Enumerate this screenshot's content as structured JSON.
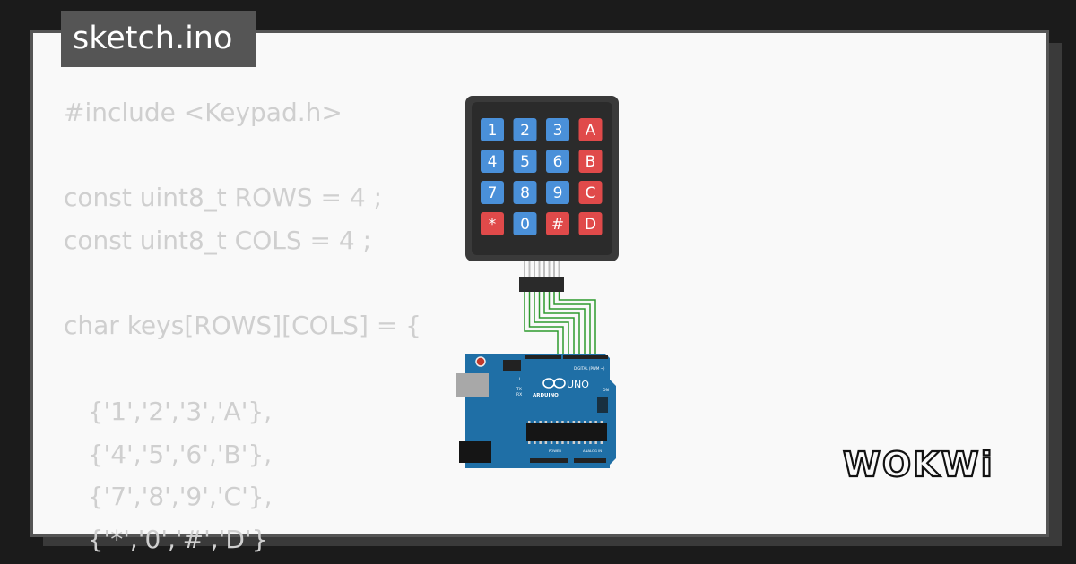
{
  "file_tab": {
    "label": "sketch.ino"
  },
  "code_lines": [
    "#include <Keypad.h>",
    "",
    "const uint8_t ROWS = 4 ;",
    "const uint8_t COLS = 4 ;",
    "",
    "char keys[ROWS][COLS] = {",
    "",
    "   {'1','2','3','A'},",
    "   {'4','5','6','B'},",
    "   {'7','8','9','C'},",
    "   {'*','0','#','D'}"
  ],
  "keypad": {
    "keys": [
      [
        "1",
        "2",
        "3",
        "A"
      ],
      [
        "4",
        "5",
        "6",
        "B"
      ],
      [
        "7",
        "8",
        "9",
        "C"
      ],
      [
        "*",
        "0",
        "#",
        "D"
      ]
    ],
    "number_key_color": "#4a90d9",
    "letter_key_color": "#e04a4a"
  },
  "arduino": {
    "board_name": "UNO",
    "brand": "ARDUINO",
    "header_label": "DIGITAL (PWM ~)",
    "power_label": "POWER",
    "analog_label": "ANALOG IN",
    "on_label": "ON",
    "tx_label": "TX",
    "rx_label": "RX",
    "l_label": "L"
  },
  "logo": {
    "text": "WOKWi"
  },
  "colors": {
    "background": "#1b1b1b",
    "card": "#f9f9f9",
    "tab": "#555555",
    "code_text": "#cfcfcf",
    "wire": "#2e9a2e",
    "board": "#1f6fa6",
    "keypad_body": "#3a3a3a"
  }
}
